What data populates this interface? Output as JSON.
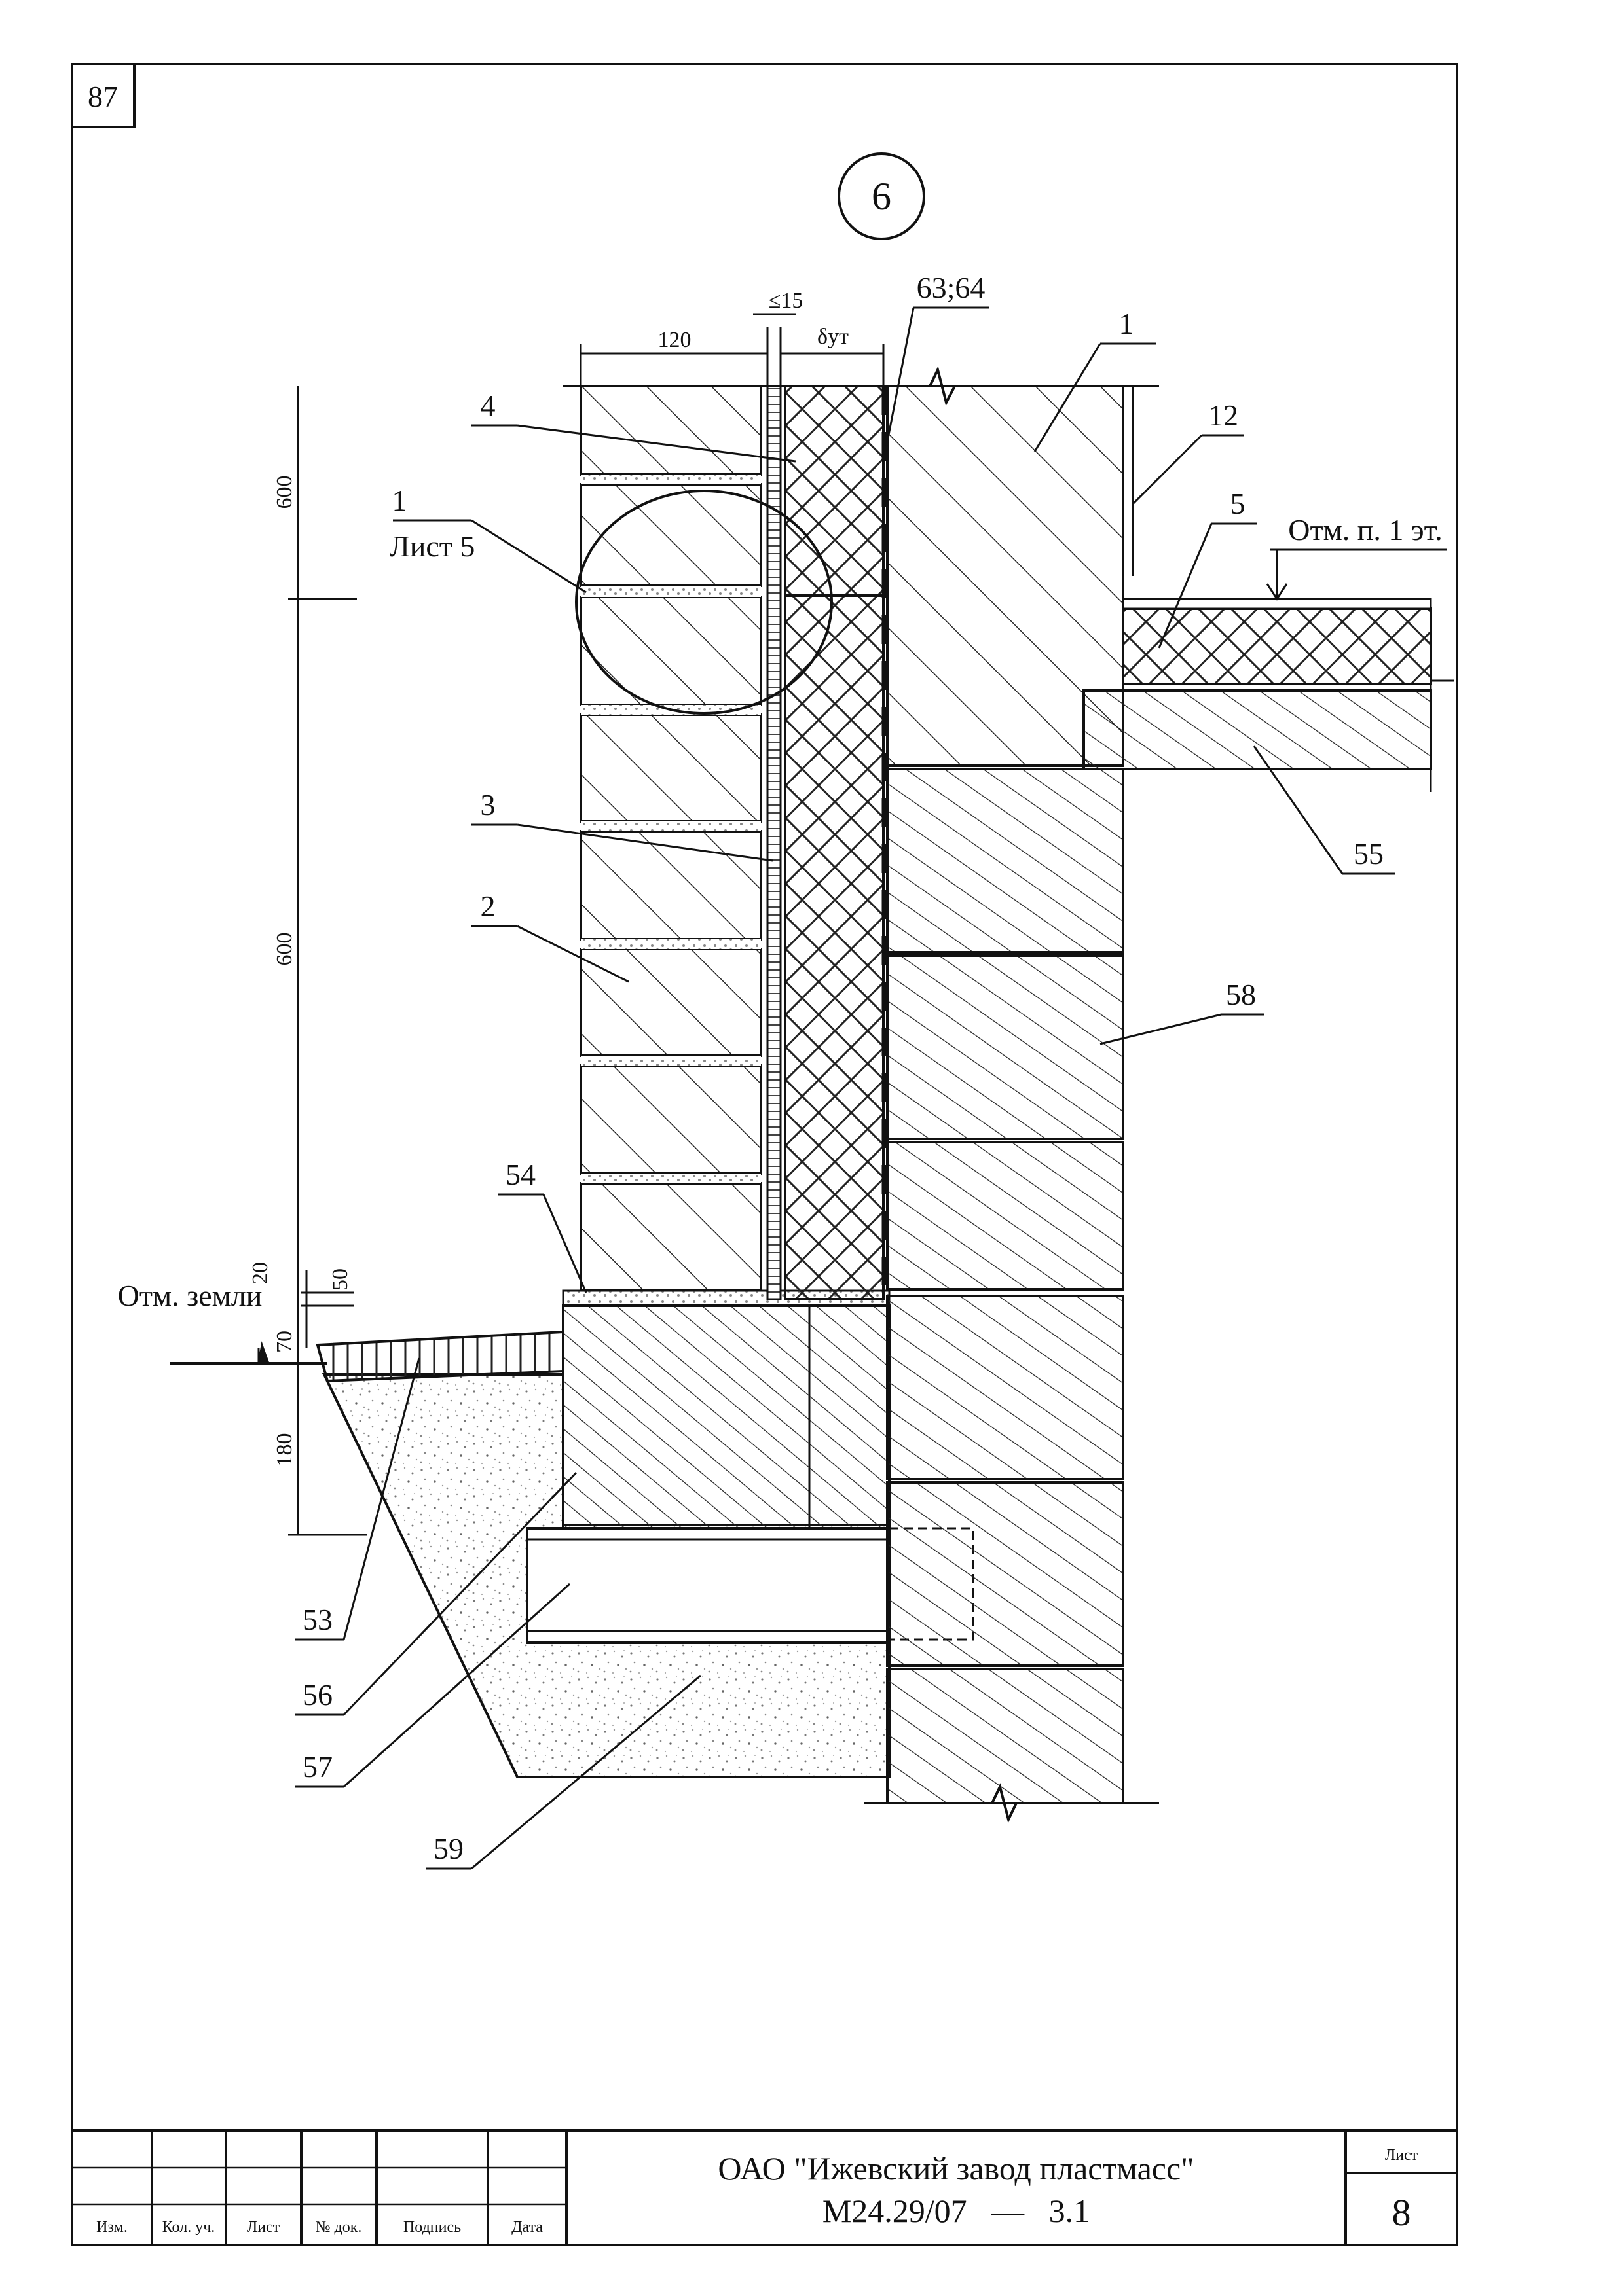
{
  "sheet_number_corner": "87",
  "detail_mark": "6",
  "top_dims": {
    "d120": "120",
    "gap": "≤15",
    "delta": "δут",
    "layers": "63;64"
  },
  "callouts": {
    "c1": "1",
    "c12": "12",
    "c5": "5",
    "c4": "4",
    "c3": "3",
    "c2": "2",
    "c58": "58",
    "c55": "55",
    "c54": "54",
    "c53": "53",
    "c56": "56",
    "c57": "57",
    "c59": "59"
  },
  "ref_sheet": {
    "num": "1",
    "text": "Лист 5"
  },
  "levels": {
    "floor": "Отм. п. 1 эт.",
    "ground": "Отм. земли"
  },
  "vertical_dims": {
    "v600a": "600",
    "v600b": "600",
    "v20": "20",
    "v50": "50",
    "v70": "70",
    "v180": "180"
  },
  "title_block": {
    "headers": [
      "Изм.",
      "Кол. уч.",
      "Лист",
      "№ док.",
      "Подпись",
      "Дата"
    ],
    "org": "ОАО \"Ижевский завод пластмасс\"",
    "code": "М24.29/07   —   3.1",
    "sheet_label": "Лист",
    "sheet_value": "8"
  }
}
